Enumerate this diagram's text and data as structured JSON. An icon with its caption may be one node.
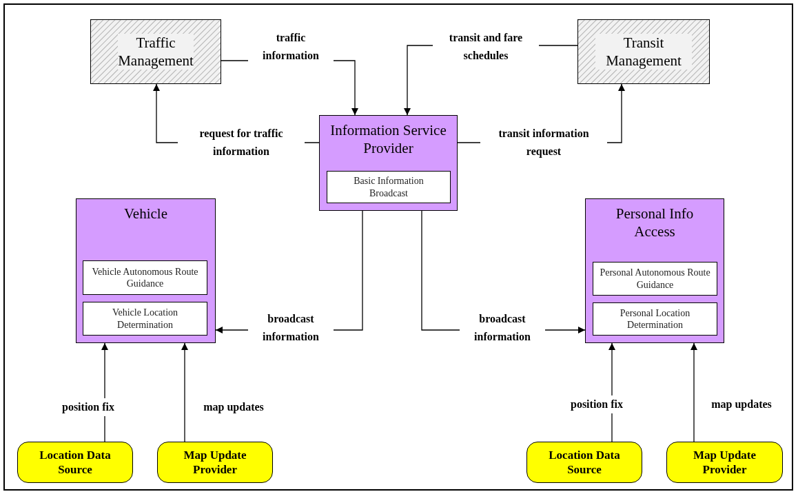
{
  "diagram": {
    "nodes": [
      {
        "text": [
          "Traffic Management"
        ]
      },
      {
        "text": [
          "Transit Management"
        ]
      },
      {
        "text": [
          "Information Service Provider"
        ]
      },
      {
        "text": [
          "Basic Information Broadcast"
        ],
        "in": 2
      },
      {
        "text": [
          "Vehicle"
        ]
      },
      {
        "text": [
          "Vehicle Autonomous Route Guidance"
        ],
        "in": 4
      },
      {
        "text": [
          "Vehicle Location Determination"
        ],
        "in": 4
      },
      {
        "text": [
          "Personal Info Access"
        ]
      },
      {
        "text": [
          "Personal Autonomous Route Guidance"
        ],
        "in": 7
      },
      {
        "text": [
          "Personal Location Determination"
        ],
        "in": 7
      },
      {
        "text": [
          "Location Data Source"
        ]
      },
      {
        "text": [
          "Map Update Provider"
        ]
      },
      {
        "text": [
          "Location Data Source"
        ]
      },
      {
        "text": [
          "Map Update Provider"
        ]
      }
    ],
    "edges": [
      {
        "from": 0,
        "to": 2,
        "arrow": "to",
        "label": "traffic information"
      },
      {
        "from": 1,
        "to": 2,
        "arrow": "to",
        "label": "transit and fare schedules"
      },
      {
        "from": 2,
        "to": 0,
        "arrow": "to",
        "label": "request for traffic information"
      },
      {
        "from": 2,
        "to": 1,
        "arrow": "to",
        "label": "transit information request"
      },
      {
        "from": 2,
        "to": 4,
        "arrow": "to",
        "label": "broadcast information"
      },
      {
        "from": 2,
        "to": 7,
        "arrow": "to",
        "label": "broadcast information"
      },
      {
        "from": 10,
        "to": 4,
        "arrow": "to",
        "label": "position fix"
      },
      {
        "from": 11,
        "to": 4,
        "arrow": "to",
        "label": "map updates"
      },
      {
        "from": 12,
        "to": 7,
        "arrow": "to",
        "label": "position fix"
      },
      {
        "from": 13,
        "to": 7,
        "arrow": "to",
        "label": "map updates"
      }
    ]
  }
}
